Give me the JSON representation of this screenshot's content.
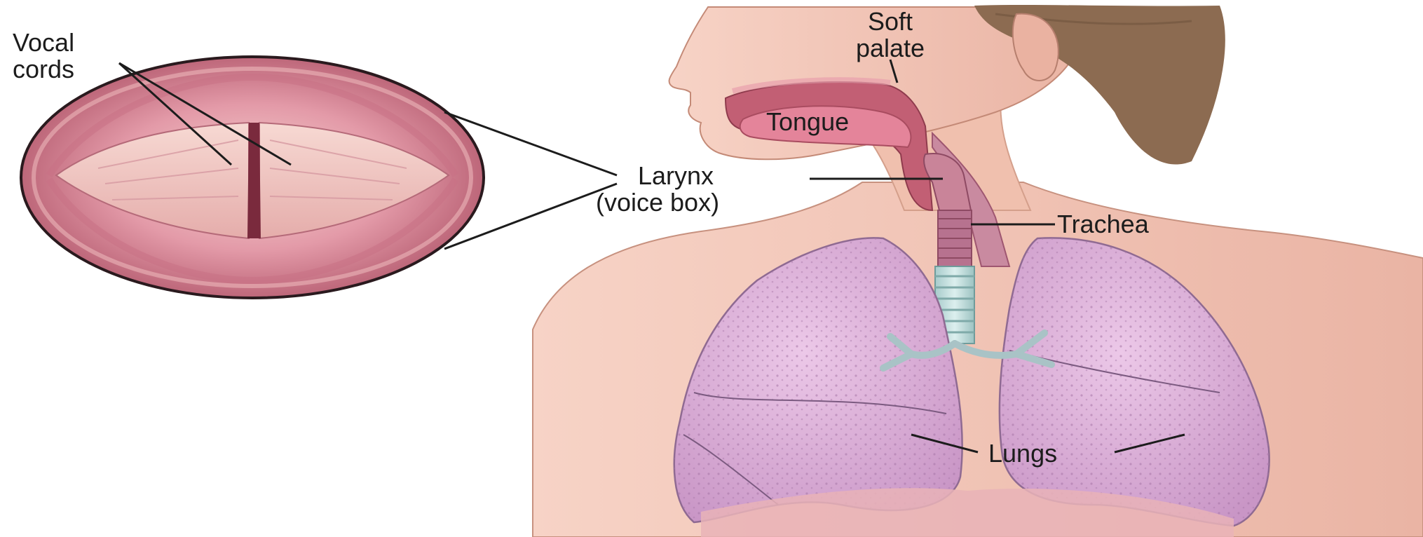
{
  "labels": {
    "vocal_cords": [
      "Vocal",
      "cords"
    ],
    "soft_palate": [
      "Soft",
      "palate"
    ],
    "tongue": "Tongue",
    "larynx": [
      "Larynx",
      "(voice box)"
    ],
    "trachea": "Trachea",
    "lungs": "Lungs"
  },
  "colors": {
    "skin": "#f2c3b3",
    "skin_shadow": "#e3a896",
    "hair": "#8a6a50",
    "mouth": "#c7687c",
    "vocal_tissue": "#d98898",
    "vocal_rim": "#8a3346",
    "lung": "#d9a8d6",
    "lung_edge": "#8f6a92",
    "trachea_upper": "#b77090",
    "trachea_lower": "#b9d7d6",
    "line": "#1c1c1c"
  }
}
